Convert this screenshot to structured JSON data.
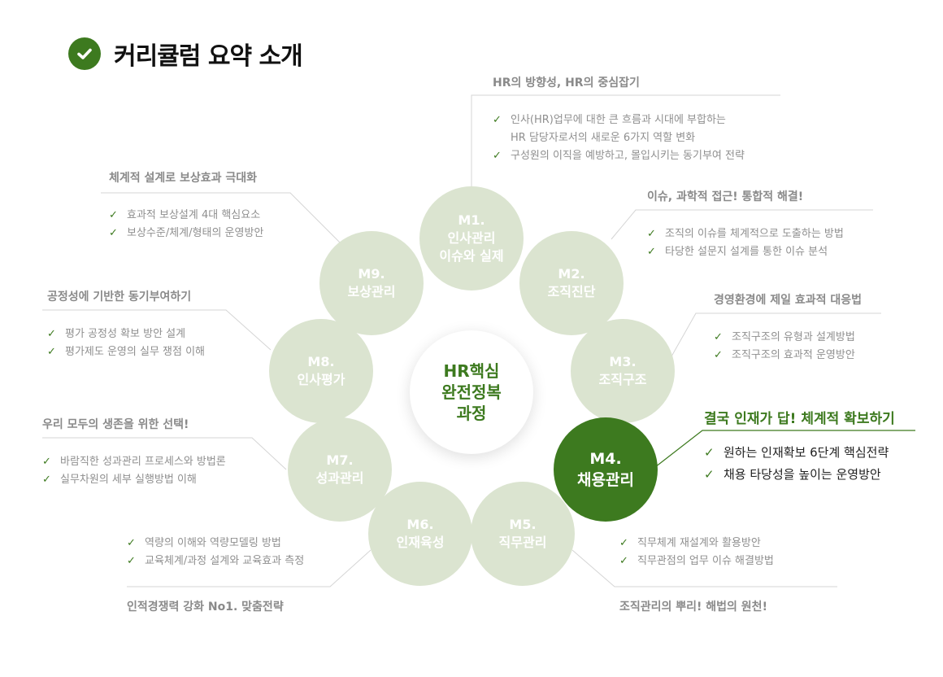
{
  "title": "커리큘럼 요약 소개",
  "colors": {
    "accent": "#3d7a1f",
    "circle": "#dbe4d0",
    "muted_text": "#8f8f8f",
    "line": "#d5d5d5"
  },
  "center": {
    "lines": [
      "HR핵심",
      "완전정복",
      "과정"
    ]
  },
  "modules": [
    {
      "code": "M1.",
      "name_lines": [
        "인사관리",
        "이슈와 실제"
      ],
      "heading": "HR의 방향성, HR의 중심잡기",
      "items": [
        {
          "lines": [
            "인사(HR)업무에 대한 큰 흐름과 시대에 부합하는",
            "HR 담당자로서의 새로운 6가지 역할 변화"
          ]
        },
        {
          "lines": [
            "구성원의 이직을 예방하고, 몰입시키는 동기부여 전략"
          ]
        }
      ]
    },
    {
      "code": "M2.",
      "name_lines": [
        "조직진단"
      ],
      "heading": "이슈, 과학적 접근! 통합적 해결!",
      "items": [
        {
          "lines": [
            "조직의 이슈를 체계적으로 도출하는 방법"
          ]
        },
        {
          "lines": [
            "타당한 설문지 설계를 통한 이슈 분석"
          ]
        }
      ]
    },
    {
      "code": "M3.",
      "name_lines": [
        "조직구조"
      ],
      "heading": "경영환경에 제일 효과적 대응법",
      "items": [
        {
          "lines": [
            "조직구조의 유형과 설계방법"
          ]
        },
        {
          "lines": [
            "조직구조의 효과적 운영방안"
          ]
        }
      ]
    },
    {
      "code": "M4.",
      "name_lines": [
        "채용관리"
      ],
      "heading": "결국 인재가 답! 체계적 확보하기",
      "items": [
        {
          "lines": [
            "원하는 인재확보 6단계 핵심전략"
          ]
        },
        {
          "lines": [
            "채용 타당성을 높이는 운영방안"
          ]
        }
      ]
    },
    {
      "code": "M5.",
      "name_lines": [
        "직무관리"
      ],
      "heading": "조직관리의 뿌리! 해법의 원천!",
      "items": [
        {
          "lines": [
            "직무체계 재설계와 활용방안"
          ]
        },
        {
          "lines": [
            "직무관점의 업무 이슈 해결방법"
          ]
        }
      ]
    },
    {
      "code": "M6.",
      "name_lines": [
        "인재육성"
      ],
      "heading": "인적경쟁력 강화 No1. 맞춤전략",
      "items": [
        {
          "lines": [
            "역량의 이해와 역량모델링 방법"
          ]
        },
        {
          "lines": [
            "교육체계/과정 설계와 교육효과 측정"
          ]
        }
      ]
    },
    {
      "code": "M7.",
      "name_lines": [
        "성과관리"
      ],
      "heading": "우리 모두의 생존을 위한 선택!",
      "items": [
        {
          "lines": [
            "바람직한 성과관리 프로세스와 방법론"
          ]
        },
        {
          "lines": [
            "실무차원의 세부 실행방법 이해"
          ]
        }
      ]
    },
    {
      "code": "M8.",
      "name_lines": [
        "인사평가"
      ],
      "heading": "공정성에 기반한 동기부여하기",
      "items": [
        {
          "lines": [
            "평가 공정성 확보 방안 설계"
          ]
        },
        {
          "lines": [
            "평가제도 운영의 실무 쟁점 이해"
          ]
        }
      ]
    },
    {
      "code": "M9.",
      "name_lines": [
        "보상관리"
      ],
      "heading": "체계적 설계로 보상효과 극대화",
      "items": [
        {
          "lines": [
            "효과적 보상설계 4대 핵심요소"
          ]
        },
        {
          "lines": [
            "보상수준/체계/형태의 운영방안"
          ]
        }
      ]
    }
  ]
}
